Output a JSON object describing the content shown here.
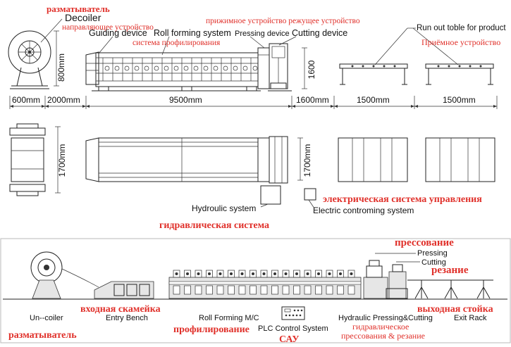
{
  "top_labels": {
    "decoiler_ru": "разматыватель",
    "decoiler_en": "Decoiler",
    "guiding_ru": "направляющее устройство",
    "guiding_en": "Guiding device",
    "roll_forming_en": "Roll forming system",
    "roll_forming_ru": "система профилирования",
    "press_cut_ru": "прижимное устройство режущее устройство",
    "pressing_en": "Pressing device",
    "cutting_en": "Cutting device",
    "runout_en": "Run out toble for product",
    "runout_ru": "Приёмное устройство"
  },
  "dimensions": {
    "d600": "600mm",
    "d2000": "2000mm",
    "d9500": "9500mm",
    "d1600": "1600mm",
    "d1500a": "1500mm",
    "d1500b": "1500mm",
    "v800": "800mm",
    "v1600": "1600",
    "v1700a": "1700mm",
    "v1700b": "1700mm"
  },
  "middle_labels": {
    "hydraulic_en": "Hydroulic system",
    "hydraulic_ru": "гидравлическая система",
    "electric_en": "Electric controming system",
    "electric_ru": "электрическая система управления"
  },
  "bottom_labels": {
    "pressing_ru": "прессование",
    "pressing_en": "Pressing",
    "cutting_en": "Cutting",
    "cutting_ru": "резание",
    "entry_bench_ru": "входная скамейка",
    "exit_rack_ru": "выходная стойка",
    "uncoiler_en": "Un--coiler",
    "entry_bench_en": "Entry Bench",
    "roll_forming_en": "Roll Forming M/C",
    "hyd_press_cut_en": "Hydraulic Pressing&Cutting",
    "exit_rack_en": "Exit Rack",
    "uncoiler_ru": "разматыватель",
    "profiling_ru": "профилирование",
    "plc_en": "PLC Control System",
    "plc_ru": "САУ",
    "hyd_press_cut_ru_1": "гидравлическое",
    "hyd_press_cut_ru_2": "прессования & резание"
  }
}
